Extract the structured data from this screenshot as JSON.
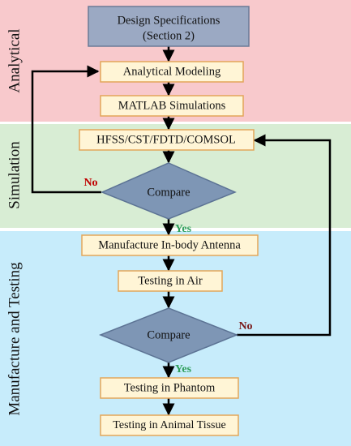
{
  "phases": {
    "analytical": {
      "label": "Analytical",
      "color": "#F8C9CC"
    },
    "simulation": {
      "label": "Simulation",
      "color": "#D8EDD4"
    },
    "manufacture": {
      "label": "Manufacture and Testing",
      "color": "#C7ECFB"
    }
  },
  "nodes": {
    "design_specs": {
      "line1": "Design Specifications",
      "line2": "(Section 2)"
    },
    "analytical_modeling": {
      "label": "Analytical Modeling"
    },
    "matlab_simulations": {
      "label": "MATLAB Simulations"
    },
    "hfss": {
      "label": "HFSS/CST/FDTD/COMSOL"
    },
    "compare_1": {
      "label": "Compare"
    },
    "manufacture_antenna": {
      "label": "Manufacture In-body Antenna"
    },
    "testing_air": {
      "label": "Testing in Air"
    },
    "compare_2": {
      "label": "Compare"
    },
    "testing_phantom": {
      "label": "Testing in Phantom"
    },
    "testing_tissue": {
      "label": "Testing in Animal Tissue"
    }
  },
  "edge_labels": {
    "no_1": {
      "text": "No",
      "color": "#C00000"
    },
    "yes_1": {
      "text": "Yes",
      "color": "#2E9E5B"
    },
    "no_2": {
      "text": "No",
      "color": "#7A1A1A"
    },
    "yes_2": {
      "text": "Yes",
      "color": "#2E9E5B"
    }
  },
  "colors": {
    "node_fill": "#FFF5D6",
    "node_stroke": "#E3A65A",
    "header_fill": "#9BA9C3",
    "header_stroke": "#6B7A96",
    "diamond_fill": "#7E96B5",
    "diamond_stroke": "#5C7394"
  }
}
